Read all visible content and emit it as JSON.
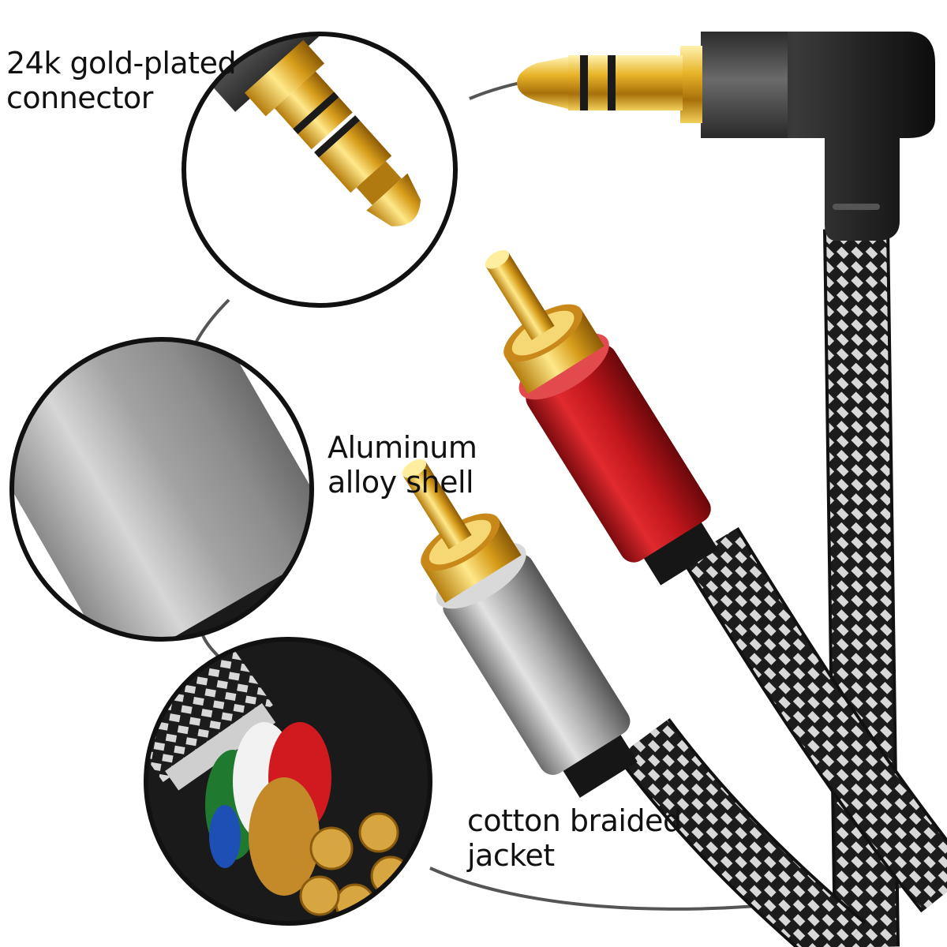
{
  "labels": {
    "gold_connector": {
      "line1": "24k gold-plated",
      "line2": "connector"
    },
    "aluminum_shell": {
      "line1": "Aluminum",
      "line2": "alloy shell"
    },
    "braided_jacket": {
      "line1": "cotton braided",
      "line2": "jacket"
    }
  },
  "colors": {
    "background": "#ffffff",
    "gold": "#d9a21e",
    "red_rca": "#c0161c",
    "silver_rca": "#a9a9a9",
    "braid_dark": "#1c1c1c",
    "braid_light": "#d8d8d8",
    "connector_body": "#2a2a2a"
  }
}
